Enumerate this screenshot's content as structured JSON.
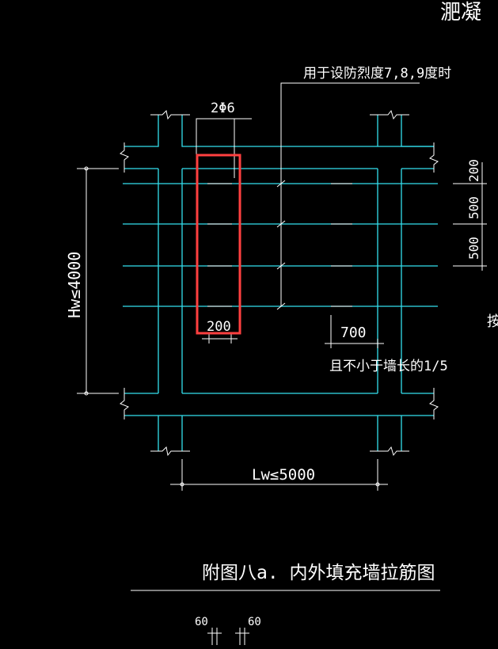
{
  "colors": {
    "background": "#000000",
    "wall_lines": "#33e0ee",
    "annotation": "#ffffff",
    "highlight": "#ff4040"
  },
  "top_corner_text": "淝凝",
  "note_seismic": "用于设防烈度7,8,9度时",
  "rebar_label": "2Φ6",
  "dim_right_1": "200",
  "dim_right_2": "500",
  "dim_right_3": "500",
  "right_edge_char": "按",
  "height_dim": "Hw≤4000",
  "spacing_200": "200",
  "length_700": "700",
  "note_min_length": "且不小于墙长的1/5",
  "width_dim": "Lw≤5000",
  "figure_title": "附图八a. 内外填充墙拉筋图",
  "bottom_dim_left": "60",
  "bottom_dim_right": "60"
}
